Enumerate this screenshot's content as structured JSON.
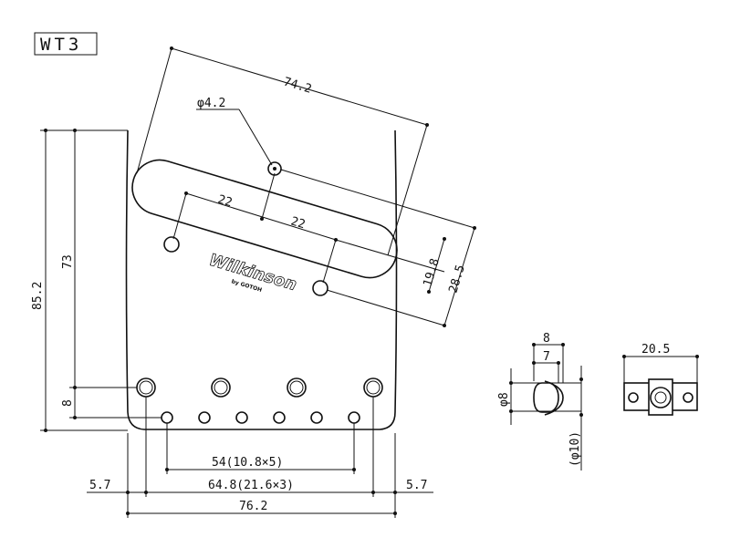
{
  "title": "WT3",
  "logo": {
    "brand": "Wilkinson",
    "sub": "by GOTOH"
  },
  "dimensions": {
    "diagonal_length": "74.2",
    "hole_diameter": "φ4.2",
    "spacing_a": "22",
    "spacing_b": "22",
    "offset_1": "19.8",
    "offset_2": "28.5",
    "total_height": "85.2",
    "height_73": "73",
    "height_8": "8",
    "small_hole_span": "54(10.8×5)",
    "saddle_span": "64.8(21.6×3)",
    "edge_left": "5.7",
    "edge_right": "5.7",
    "total_width": "76.2",
    "saddle_width_8": "8",
    "saddle_width_7": "7",
    "saddle_dia": "φ8",
    "saddle_dia_outer": "(φ10)",
    "saddle_length": "20.5"
  }
}
